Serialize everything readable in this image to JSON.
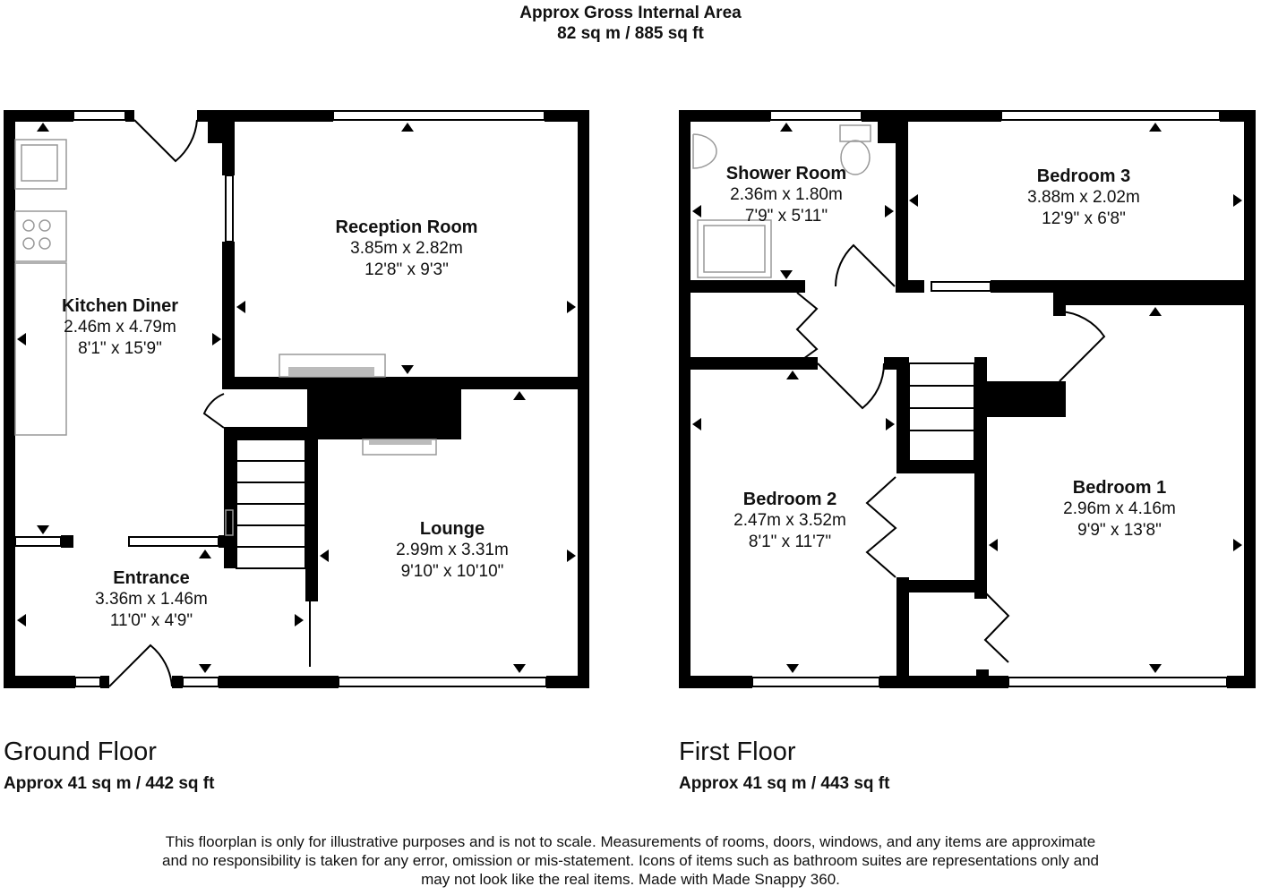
{
  "header": {
    "line1": "Approx Gross Internal Area",
    "line2": "82 sq m / 885 sq ft"
  },
  "ground_floor": {
    "name": "Ground Floor",
    "area": "Approx 41 sq m / 442 sq ft",
    "rooms": {
      "kitchen": {
        "name": "Kitchen Diner",
        "metric": "2.46m x 4.79m",
        "imperial": "8'1\" x 15'9\""
      },
      "reception": {
        "name": "Reception Room",
        "metric": "3.85m x 2.82m",
        "imperial": "12'8\" x 9'3\""
      },
      "lounge": {
        "name": "Lounge",
        "metric": "2.99m x 3.31m",
        "imperial": "9'10\" x 10'10\""
      },
      "entrance": {
        "name": "Entrance",
        "metric": "3.36m x 1.46m",
        "imperial": "11'0\" x 4'9\""
      }
    }
  },
  "first_floor": {
    "name": "First Floor",
    "area": "Approx 41 sq m / 443 sq ft",
    "rooms": {
      "shower": {
        "name": "Shower Room",
        "metric": "2.36m x 1.80m",
        "imperial": "7'9\" x 5'11\""
      },
      "bed3": {
        "name": "Bedroom 3",
        "metric": "3.88m x 2.02m",
        "imperial": "12'9\" x 6'8\""
      },
      "bed2": {
        "name": "Bedroom 2",
        "metric": "2.47m x 3.52m",
        "imperial": "8'1\" x 11'7\""
      },
      "bed1": {
        "name": "Bedroom 1",
        "metric": "2.96m x 4.16m",
        "imperial": "9'9\" x 13'8\""
      }
    }
  },
  "disclaimer": {
    "line1": "This floorplan is only for illustrative purposes and is not to scale. Measurements of rooms, doors, windows, and any items are approximate",
    "line2": "and no responsibility is taken for any error, omission or mis-statement. Icons of items such as bathroom suites are representations only and",
    "line3": "may not look like the real items. Made with Made Snappy 360."
  },
  "colors": {
    "wall": "#000000",
    "fixture": "#999999",
    "background": "#ffffff"
  }
}
